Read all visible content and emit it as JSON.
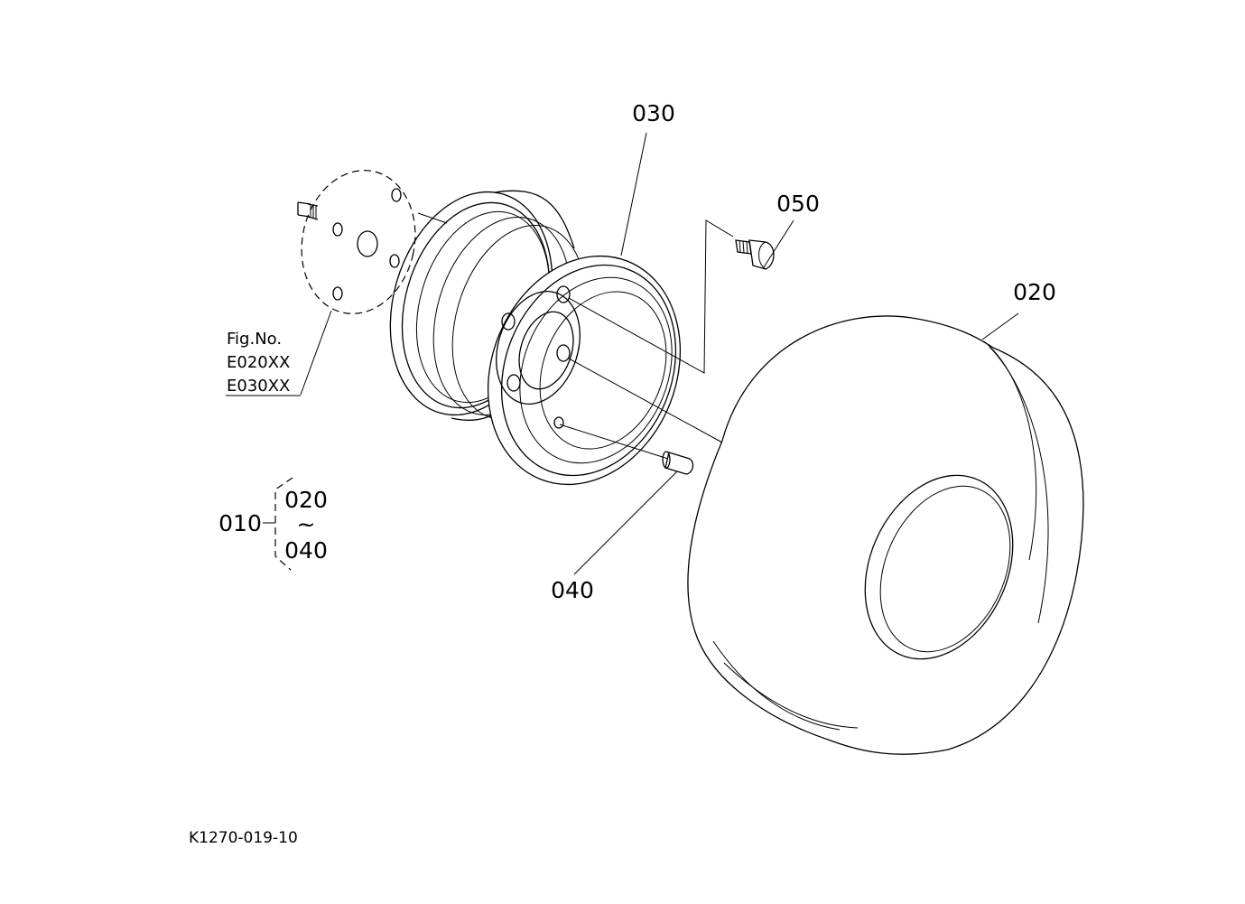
{
  "callouts": {
    "c010": "010",
    "c020": "020",
    "c030": "030",
    "c040": "040",
    "c050": "050"
  },
  "range_group": {
    "start": "020",
    "tilde": "~",
    "end": "040"
  },
  "fig_note": {
    "line1": "Fig.No.",
    "line2": "E020XX",
    "line3": "E030XX"
  },
  "drawing_number": "K1270-019-10",
  "colors": {
    "line": "#000000",
    "background": "#ffffff"
  }
}
